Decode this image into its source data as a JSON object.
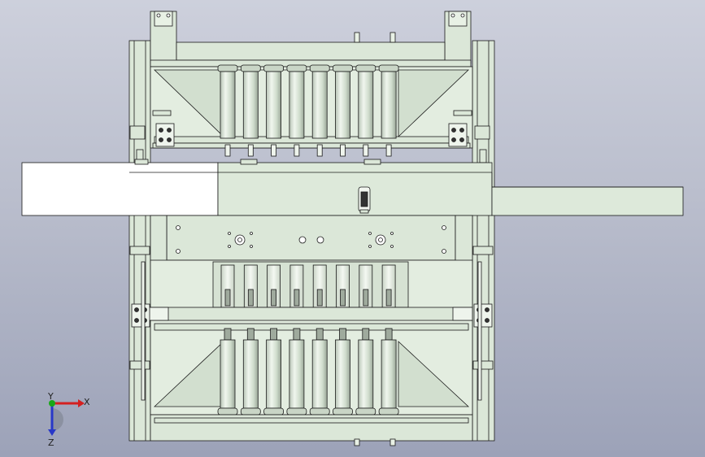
{
  "viewport": {
    "background_top": "#cdd0dc",
    "background_bottom": "#9ca2b8",
    "part_fill": "#dbe7d8",
    "part_fill_light": "#e8f1e5",
    "edge_color": "#1a1a1a"
  },
  "triad": {
    "x_label": "X",
    "y_label": "Y",
    "z_label": "Z",
    "x_color": "#d42020",
    "y_color": "#18a818",
    "z_color": "#2838c8"
  }
}
